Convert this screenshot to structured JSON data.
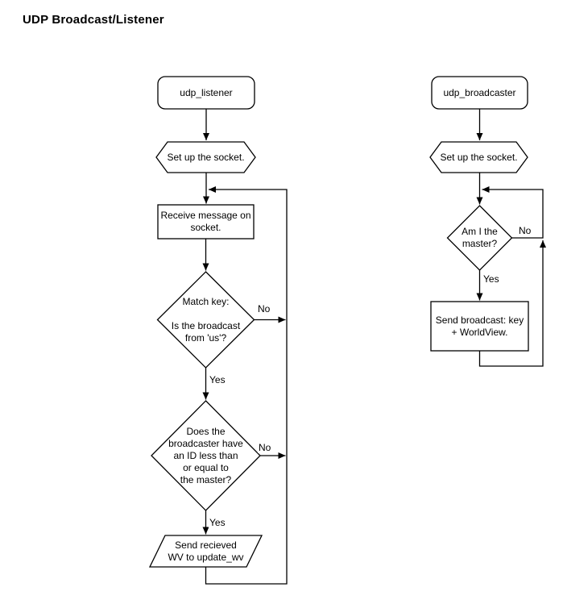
{
  "title": "UDP Broadcast/Listener",
  "colors": {
    "background": "#ffffff",
    "stroke": "#000000",
    "text": "#000000",
    "node_fill": "#ffffff"
  },
  "listener": {
    "start_label": "udp_listener",
    "setup_label": "Set up the socket.",
    "receive_label": "Receive message on\nsocket.",
    "match_label": "Match key:\n\nIs the broadcast\nfrom 'us'?",
    "match_no": "No",
    "match_yes": "Yes",
    "idcheck_label": "Does the\nbroadcaster have\nan ID less than\nor equal to\nthe master?",
    "idcheck_no": "No",
    "idcheck_yes": "Yes",
    "send_label": "Send recieved\nWV to update_wv"
  },
  "broadcaster": {
    "start_label": "udp_broadcaster",
    "setup_label": "Set up the socket.",
    "master_label": "Am I the\nmaster?",
    "master_no": "No",
    "master_yes": "Yes",
    "send_label": "Send broadcast: key\n+ WorldView."
  }
}
